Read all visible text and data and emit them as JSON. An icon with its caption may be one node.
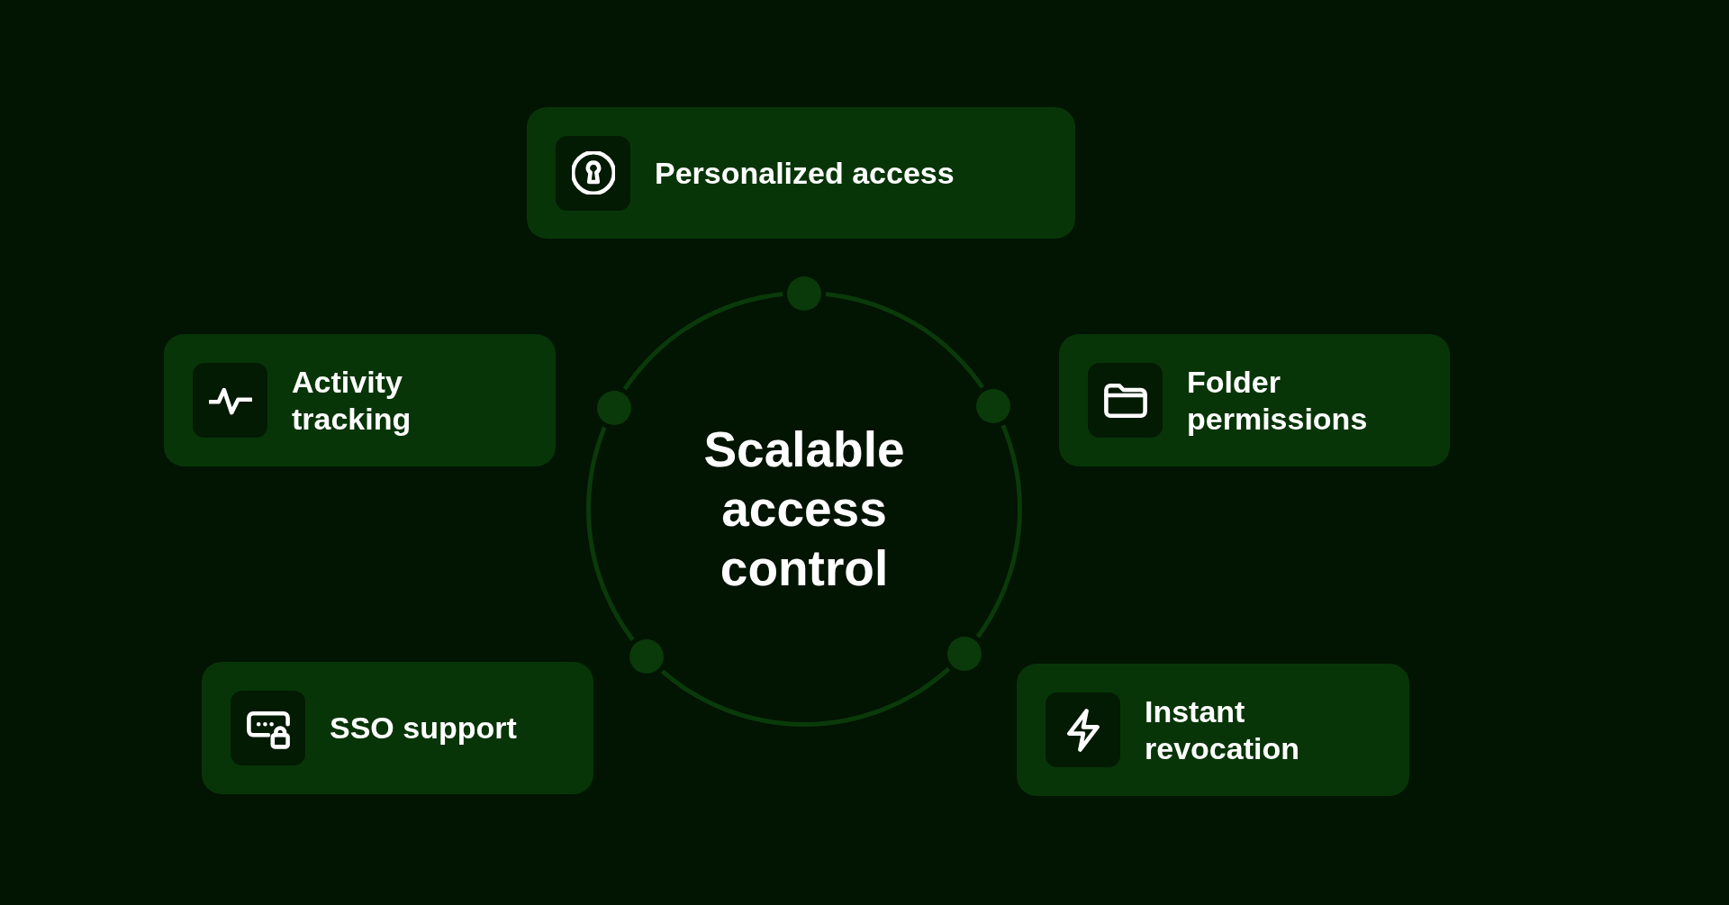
{
  "diagram": {
    "nodes": [
      {
        "text": [
          "Personalized access"
        ]
      },
      {
        "text": [
          "Activity tracking"
        ]
      },
      {
        "text": [
          "Scalable access control"
        ]
      },
      {
        "text": [
          "Folder permissions"
        ]
      },
      {
        "text": [
          "SSO support"
        ]
      },
      {
        "text": [
          "Instant revocation"
        ]
      }
    ]
  }
}
